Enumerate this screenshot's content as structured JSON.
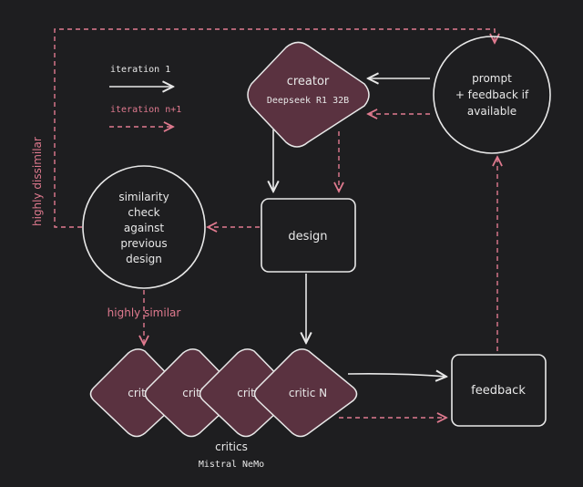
{
  "legend": {
    "iteration_1": "iteration 1",
    "iteration_n": "iteration n+1"
  },
  "nodes": {
    "creator": {
      "title": "creator",
      "subtitle": "Deepseek R1 32B"
    },
    "prompt": {
      "lines": [
        "prompt",
        "+ feedback if",
        "available"
      ]
    },
    "design": {
      "label": "design"
    },
    "similarity": {
      "lines": [
        "similarity",
        "check",
        "against",
        "previous",
        "design"
      ]
    },
    "critics": [
      {
        "label": "critic"
      },
      {
        "label": "critic"
      },
      {
        "label": "critic"
      },
      {
        "label": "critic N"
      }
    ],
    "critics_group": {
      "title": "critics",
      "subtitle": "Mistral NeMo"
    },
    "feedback": {
      "label": "feedback"
    }
  },
  "edge_labels": {
    "highly_dissimilar": "highly dissimilar",
    "highly_similar": "highly similar"
  },
  "colors": {
    "background": "#1e1e20",
    "stroke": "#e8e8e8",
    "accent": "#e07a8f",
    "node_fill": "#5a3240"
  }
}
